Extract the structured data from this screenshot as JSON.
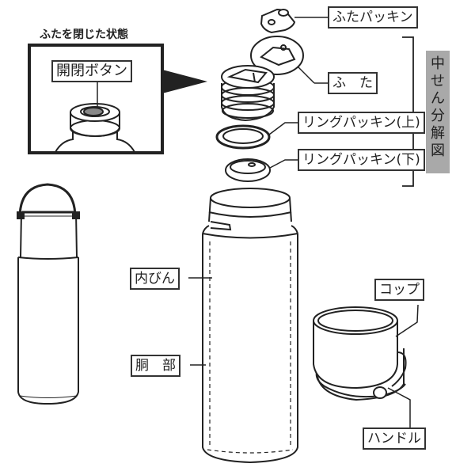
{
  "diagram": {
    "inset": {
      "caption": "ふたを閉じた状態",
      "button_label": "開閉ボタン"
    },
    "parts": {
      "lid_packing": "ふたパッキン",
      "lid": "ふ　た",
      "ring_packing_upper": "リングパッキン(上)",
      "ring_packing_lower": "リングパッキン(下)",
      "inner_bottle": "内びん",
      "body": "胴　部",
      "cup": "コップ",
      "handle": "ハンドル"
    },
    "side_label": {
      "chars": [
        "中",
        "せ",
        "ん",
        "分",
        "解",
        "図"
      ],
      "background": "#a9a9a9"
    }
  }
}
